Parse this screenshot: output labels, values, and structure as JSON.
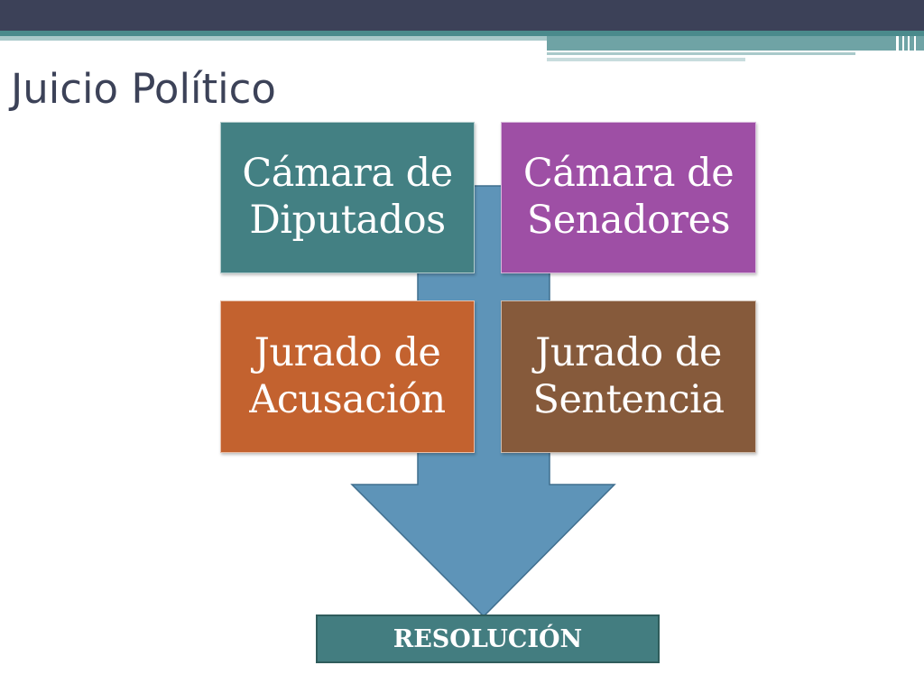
{
  "title": "Juicio Político",
  "colors": {
    "header_dark": "#3c4158",
    "header_teal": "#4a8a8c",
    "arrow": "#5e94b8",
    "diputados": "#438083",
    "senadores": "#9e4fa5",
    "acusacion": "#c3622f",
    "sentencia": "#865a3b",
    "resolucion": "#437d80"
  },
  "icons": {
    "arrow": "down-arrow-icon"
  },
  "boxes": {
    "diputados": {
      "line1": "Cámara de",
      "line2": "Diputados"
    },
    "senadores": {
      "line1": "Cámara de",
      "line2": "Senadores"
    },
    "acusacion": {
      "line1": "Jurado de",
      "line2": "Acusación"
    },
    "sentencia": {
      "line1": "Jurado de",
      "line2": "Sentencia"
    }
  },
  "result": "RESOLUCIÓN"
}
